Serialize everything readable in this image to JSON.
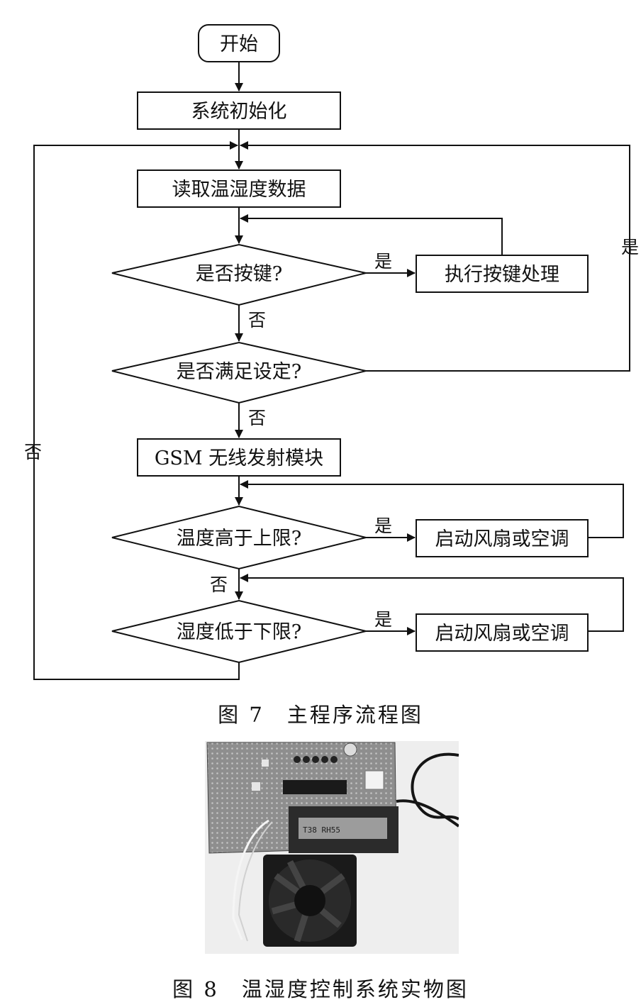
{
  "flowchart": {
    "nodes": {
      "start": "开始",
      "init": "系统初始化",
      "read": "读取温湿度数据",
      "key_check": "是否按键?",
      "key_process": "执行按键处理",
      "setting_check": "是否满足设定?",
      "gsm": "GSM 无线发射模块",
      "temp_check": "温度高于上限?",
      "fan_on_1": "启动风扇或空调",
      "humid_check": "湿度低于下限?",
      "fan_on_2": "启动风扇或空调"
    },
    "edges": {
      "key_yes": "是",
      "key_no": "否",
      "setting_yes": "是",
      "setting_no": "否",
      "temp_yes": "是",
      "temp_no": "否",
      "humid_yes": "是",
      "humid_no": "否"
    }
  },
  "captions": {
    "fig7": "图 7　主程序流程图",
    "fig8": "图 8　温湿度控制系统实物图"
  },
  "photo": {
    "lcd_text": "T38 RH55"
  }
}
